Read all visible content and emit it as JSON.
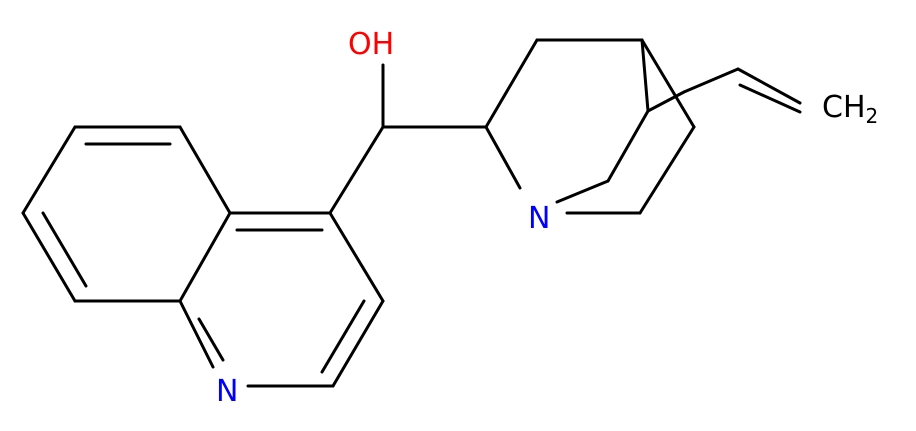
{
  "molecule": {
    "atoms": {
      "oh": {
        "text": "OH",
        "color": "#ff0000"
      },
      "n_quinuclidine": {
        "text": "N",
        "color": "#0000ff"
      },
      "n_quinoline": {
        "text": "N",
        "color": "#0000ff"
      },
      "ch2": {
        "text": "CH",
        "subscript": "2",
        "color": "#000000"
      }
    },
    "bond_color": "#000000"
  }
}
